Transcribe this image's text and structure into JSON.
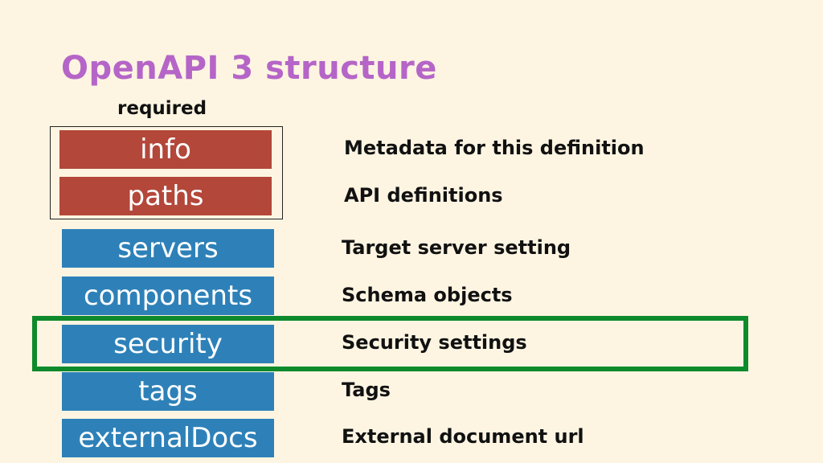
{
  "title": "OpenAPI 3 structure",
  "required_label": "required",
  "required_fields": [
    {
      "key": "info",
      "description": "Metadata for this definition"
    },
    {
      "key": "paths",
      "description": "API definitions"
    }
  ],
  "optional_fields": [
    {
      "key": "servers",
      "description": "Target server setting"
    },
    {
      "key": "components",
      "description": "Schema objects"
    },
    {
      "key": "security",
      "description": "Security settings",
      "highlighted": true
    },
    {
      "key": "tags",
      "description": "Tags"
    },
    {
      "key": "externalDocs",
      "description": "External document url"
    }
  ],
  "colors": {
    "background": "#fdf5e2",
    "title": "#b565c7",
    "required_box": "#b3473a",
    "optional_box": "#2e81b8",
    "highlight": "#0e8a2c"
  }
}
